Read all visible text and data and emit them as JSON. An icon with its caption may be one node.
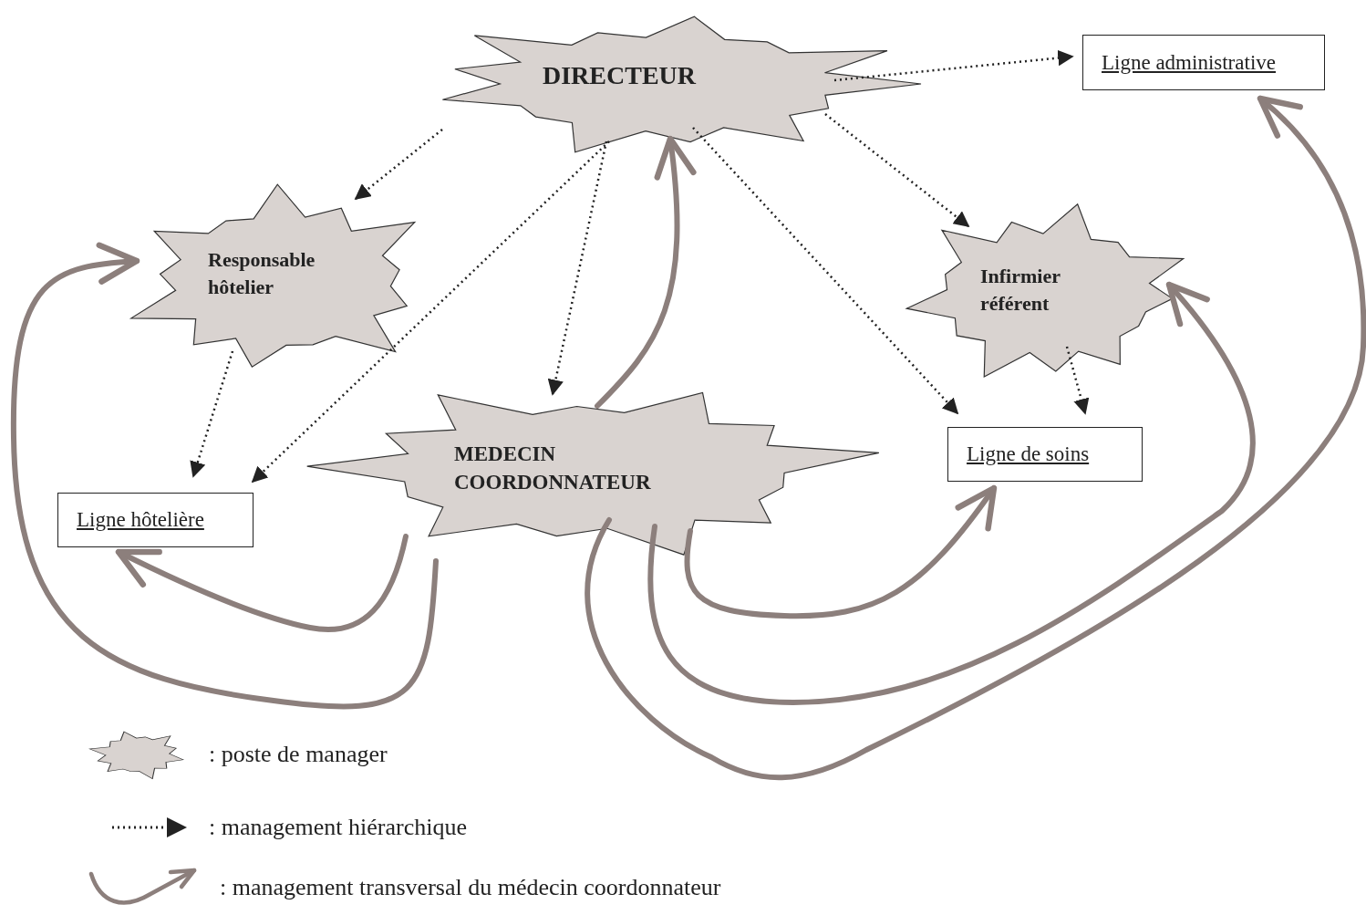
{
  "diagram": {
    "nodes": [
      {
        "text": [
          "DIRECTEUR"
        ]
      },
      {
        "text": [
          "Ligne administrative"
        ]
      },
      {
        "text": [
          "Responsable hôtelier"
        ]
      },
      {
        "text": [
          "Infirmier référent"
        ]
      },
      {
        "text": [
          "MEDECIN COORDONNATEUR"
        ]
      },
      {
        "text": [
          "Ligne hôtelière"
        ]
      },
      {
        "text": [
          "Ligne de soins"
        ]
      }
    ],
    "edges": [
      {
        "from": 0,
        "to": 1,
        "arrow": "to",
        "style": "dashed"
      },
      {
        "from": 0,
        "to": 2,
        "arrow": "to",
        "style": "dashed"
      },
      {
        "from": 0,
        "to": 3,
        "arrow": "to",
        "style": "dashed"
      },
      {
        "from": 0,
        "to": 4,
        "arrow": "to",
        "style": "dashed"
      },
      {
        "from": 0,
        "to": 5,
        "arrow": "to",
        "style": "dashed"
      },
      {
        "from": 0,
        "to": 6,
        "arrow": "to",
        "style": "dashed"
      },
      {
        "from": 2,
        "to": 5,
        "arrow": "to",
        "style": "dashed"
      },
      {
        "from": 3,
        "to": 6,
        "arrow": "to",
        "style": "dashed"
      },
      {
        "from": 4,
        "to": 0,
        "arrow": "to",
        "style": "thick",
        "color": "#8c7f7c"
      },
      {
        "from": 4,
        "to": 5,
        "arrow": "to",
        "style": "thick",
        "color": "#8c7f7c"
      },
      {
        "from": 4,
        "to": 2,
        "arrow": "to",
        "style": "thick",
        "color": "#8c7f7c"
      },
      {
        "from": 4,
        "to": 6,
        "arrow": "to",
        "style": "thick",
        "color": "#8c7f7c"
      },
      {
        "from": 4,
        "to": 3,
        "arrow": "to",
        "style": "thick",
        "color": "#8c7f7c"
      },
      {
        "from": 4,
        "to": 1,
        "arrow": "to",
        "style": "thick",
        "color": "#8c7f7c"
      }
    ],
    "legend": [
      {
        "text": ": poste de manager"
      },
      {
        "text": ": management hiérarchique"
      },
      {
        "text": ": management transversal du médecin coordonnateur"
      }
    ]
  }
}
